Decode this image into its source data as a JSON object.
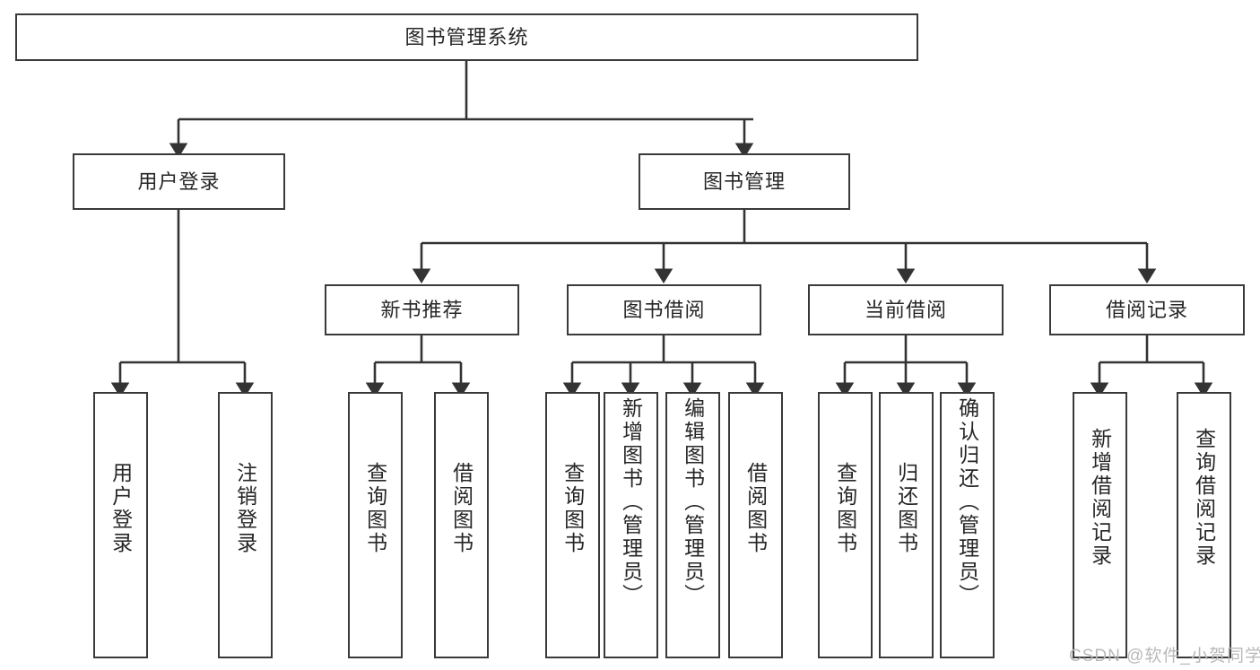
{
  "diagram": {
    "type": "tree",
    "title": "图书管理系统",
    "watermark": "CSDN @软件_小贺同学",
    "colors": {
      "box_border": "#3a3a3a",
      "box_fill": "#ffffff",
      "connector": "#333333",
      "text": "#262626",
      "watermark": "#b9b9b9"
    },
    "root": {
      "label": "图书管理系统"
    },
    "level1": [
      {
        "label": "用户登录"
      },
      {
        "label": "图书管理"
      }
    ],
    "level2": [
      {
        "label": "新书推荐"
      },
      {
        "label": "图书借阅"
      },
      {
        "label": "当前借阅"
      },
      {
        "label": "借阅记录"
      }
    ],
    "leaves": {
      "user_login": [
        {
          "label": "用户登录"
        },
        {
          "label": "注销登录"
        }
      ],
      "new_book": [
        {
          "label": "查询图书"
        },
        {
          "label": "借阅图书"
        }
      ],
      "book_borrow": [
        {
          "label": "查询图书"
        },
        {
          "label": "新增图书（管理员）"
        },
        {
          "label": "编辑图书（管理员）"
        },
        {
          "label": "借阅图书"
        }
      ],
      "current_borrow": [
        {
          "label": "查询图书"
        },
        {
          "label": "归还图书"
        },
        {
          "label": "确认归还（管理员）"
        }
      ],
      "borrow_record": [
        {
          "label": "新增借阅记录"
        },
        {
          "label": "查询借阅记录"
        }
      ]
    }
  }
}
